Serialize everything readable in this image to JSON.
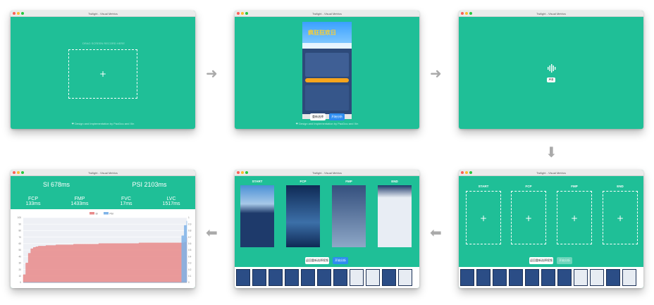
{
  "window_title": "Twilight - Visual Metrics",
  "step1": {
    "drop_hint": "DRAG SCREEN RECORD HERE",
    "plus": "+",
    "footer": "❤ Design and Implementation by PaoDou and Xin"
  },
  "step2": {
    "banner_title": "疯狂狂欢日",
    "btn_reselect": "重新选择",
    "btn_start": "开始分析",
    "footer": "❤ Design and Implementation by PaoDou and Xin"
  },
  "step3": {
    "status": "声音"
  },
  "step4": {
    "labels": [
      "START",
      "FCP",
      "FMP",
      "END"
    ],
    "plus": "+",
    "btn_back": "返回重新选择视频",
    "btn_next": "开始分析"
  },
  "step5": {
    "labels": [
      "START",
      "FCP",
      "FMP",
      "END"
    ],
    "btn_back": "返回重新选择视频",
    "btn_next": "开始分析"
  },
  "step6": {
    "si": "SI 678ms",
    "psi": "PSI 2103ms",
    "fcp_label": "FCP",
    "fcp_value": "133ms",
    "fmp_label": "FMP",
    "fmp_value": "1433ms",
    "fvc_label": "FVC",
    "fvc_value": "17ms",
    "lvc_label": "LVC",
    "lvc_value": "1517ms"
  },
  "arrows": {
    "right": "➜",
    "down": "⬇",
    "left": "⬅"
  },
  "colors": {
    "background_green": "#1fbf97",
    "button_blue": "#2d8cf0",
    "chart_red": "#e88a8a",
    "chart_blue": "#7fb3e8"
  },
  "chart_data": {
    "type": "area",
    "title": "",
    "legend": [
      "SI",
      "PSI"
    ],
    "legend_position": "top",
    "ylim_left": [
      0,
      100
    ],
    "ylim_right": [
      0,
      1
    ],
    "yticks_left": [
      "0",
      "10",
      "20",
      "30",
      "40",
      "50",
      "60",
      "70",
      "80",
      "90",
      "100"
    ],
    "series": [
      {
        "name": "SI",
        "color": "#e88a8a",
        "values": [
          12,
          30,
          45,
          52,
          54,
          55,
          56,
          56,
          56,
          57,
          57,
          57,
          57,
          58,
          58,
          58,
          58,
          58,
          58,
          58,
          59,
          59,
          59,
          59,
          59,
          59,
          59,
          59,
          59,
          59,
          60,
          60,
          60,
          60,
          60,
          60,
          60,
          60,
          60,
          60,
          60,
          60,
          60,
          60,
          60,
          60,
          61,
          61,
          61,
          61,
          61,
          61,
          61,
          61,
          61,
          61,
          61,
          61,
          61,
          61,
          61,
          61,
          61,
          61,
          62,
          70
        ]
      },
      {
        "name": "PSI",
        "color": "#7fb3e8",
        "values": [
          0,
          0,
          0,
          0,
          0,
          0,
          0,
          0,
          0,
          0,
          0,
          0,
          0,
          0,
          0,
          0,
          0,
          0,
          0,
          0,
          0,
          0,
          0,
          0,
          0,
          0,
          0,
          0,
          0,
          0,
          0,
          0,
          0,
          0,
          0,
          0,
          0,
          0,
          0,
          0,
          0,
          0,
          0,
          0,
          0,
          0,
          0,
          0,
          0,
          0,
          0,
          0,
          0,
          0,
          0,
          0,
          0,
          0,
          0,
          0,
          0,
          0,
          0,
          72,
          88,
          95
        ]
      }
    ]
  }
}
